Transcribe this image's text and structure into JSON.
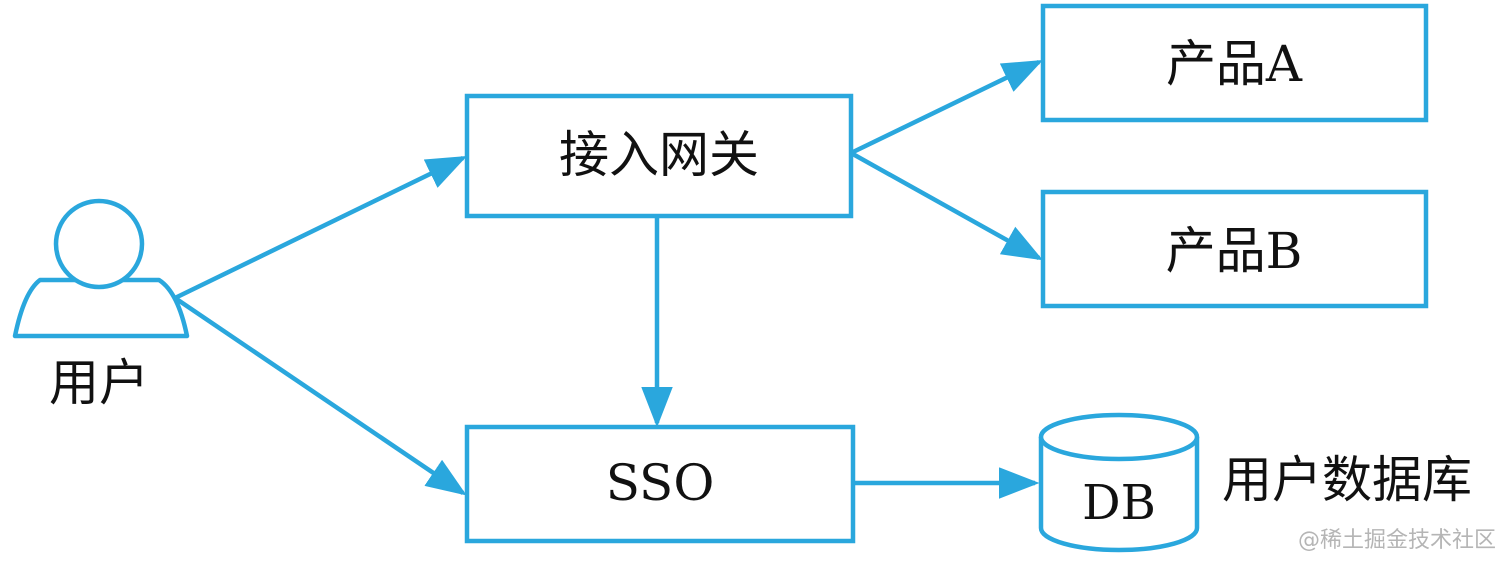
{
  "colors": {
    "accent": "#2aa7dd",
    "text": "#111111",
    "watermark": "#b5b5b5"
  },
  "nodes": {
    "user": {
      "label": "用户",
      "icon": "user-icon"
    },
    "gateway": {
      "label": "接入网关"
    },
    "product_a": {
      "label": "产品A"
    },
    "product_b": {
      "label": "产品B"
    },
    "sso": {
      "label": "SSO"
    },
    "db": {
      "label": "DB",
      "caption": "用户数据库",
      "icon": "database-cylinder-icon"
    }
  },
  "edges": [
    {
      "from": "user",
      "to": "gateway"
    },
    {
      "from": "user",
      "to": "sso"
    },
    {
      "from": "gateway",
      "to": "product_a"
    },
    {
      "from": "gateway",
      "to": "product_b"
    },
    {
      "from": "gateway",
      "to": "sso"
    },
    {
      "from": "sso",
      "to": "db"
    }
  ],
  "watermark": "@稀土掘金技术社区"
}
